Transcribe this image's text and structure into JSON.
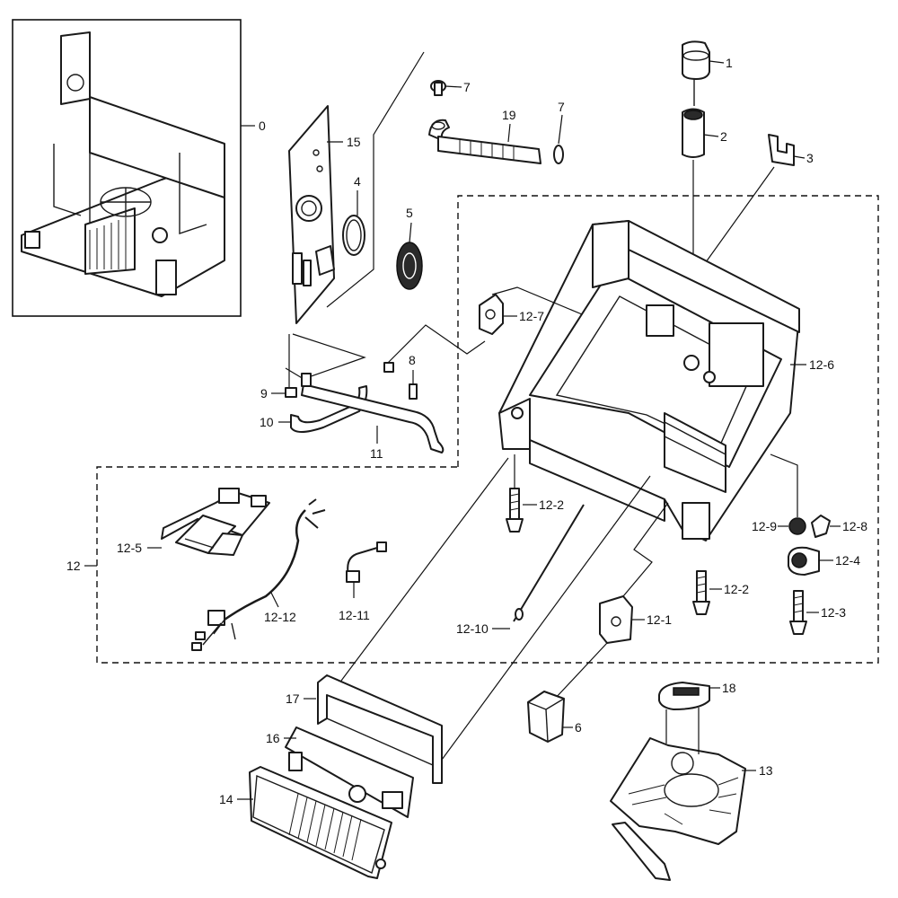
{
  "diagram": {
    "callouts": {
      "c0": "0",
      "c1": "1",
      "c2": "2",
      "c3": "3",
      "c4": "4",
      "c5": "5",
      "c6": "6",
      "c7a": "7",
      "c7b": "7",
      "c8": "8",
      "c9": "9",
      "c10": "10",
      "c11": "11",
      "c12": "12",
      "c12_1": "12-1",
      "c12_2a": "12-2",
      "c12_2b": "12-2",
      "c12_3": "12-3",
      "c12_4": "12-4",
      "c12_5": "12-5",
      "c12_6": "12-6",
      "c12_7": "12-7",
      "c12_8": "12-8",
      "c12_9": "12-9",
      "c12_10": "12-10",
      "c12_11": "12-11",
      "c12_12": "12-12",
      "c13": "13",
      "c14": "14",
      "c15": "15",
      "c16": "16",
      "c17": "17",
      "c18": "18",
      "c19": "19"
    }
  }
}
